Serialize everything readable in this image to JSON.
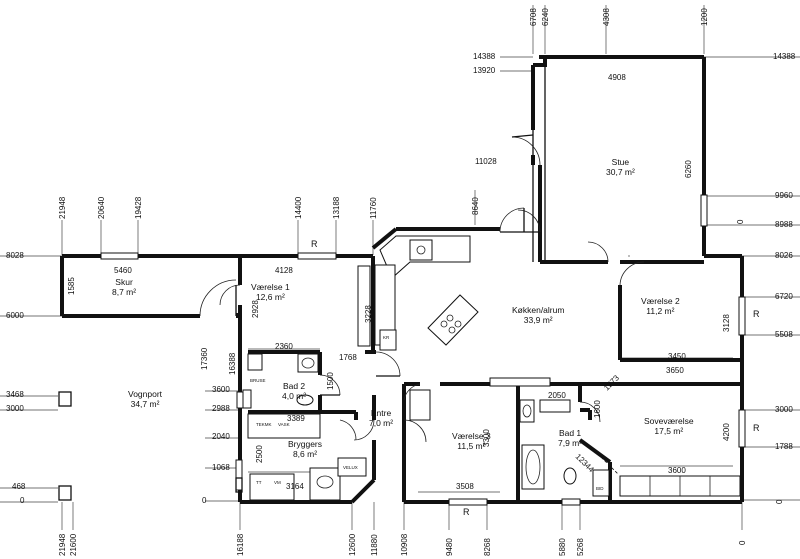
{
  "rooms": [
    {
      "id": "skur",
      "name": "Skur",
      "area": "8,7 m²"
    },
    {
      "id": "vaer1",
      "name": "Værelse 1",
      "area": "12,6 m²"
    },
    {
      "id": "kokken",
      "name": "Køkken/alrum",
      "area": "33,9 m²"
    },
    {
      "id": "stue",
      "name": "Stue",
      "area": "30,7 m²"
    },
    {
      "id": "vaer2",
      "name": "Værelse 2",
      "area": "11,2 m²"
    },
    {
      "id": "vognport",
      "name": "Vognport",
      "area": "34,7 m²"
    },
    {
      "id": "bad2",
      "name": "Bad 2",
      "area": "4,0 m²"
    },
    {
      "id": "entre",
      "name": "Entre",
      "area": "7,0 m²"
    },
    {
      "id": "bryggers",
      "name": "Bryggers",
      "area": "8,6 m²"
    },
    {
      "id": "vaer3",
      "name": "Værelse 3",
      "area": "11,5 m²"
    },
    {
      "id": "bad1",
      "name": "Bad 1",
      "area": "7,9 m²"
    },
    {
      "id": "sove",
      "name": "Soveværelse",
      "area": "17,5 m²"
    }
  ],
  "dims": {
    "top": [
      "6708",
      "6240",
      "4308",
      "1200"
    ],
    "d14388": "14388",
    "d13920": "13920",
    "d4908": "4908",
    "d11028": "11028",
    "d6260": "6260",
    "mid_top": [
      "21948",
      "20640",
      "19428",
      "14400",
      "13188",
      "11760"
    ],
    "d8640": "8640",
    "left": [
      "8028",
      "6000",
      "3468",
      "3000",
      "468",
      "0"
    ],
    "d3600": "3600",
    "d2988": "2988",
    "d2040": "2040",
    "d1068": "1068",
    "d0": "0",
    "right": [
      "14388",
      "9960",
      "0",
      "8988",
      "8026",
      "6720",
      "5508",
      "3000",
      "1788",
      "0"
    ],
    "bottom": [
      "21948",
      "21600",
      "16188",
      "12600",
      "11880",
      "10908",
      "9480",
      "8268",
      "5880",
      "5268",
      "0"
    ],
    "d5460": "5460",
    "d1585": "1585",
    "d4128": "4128",
    "d2928": "2928",
    "d3228": "3228",
    "d2360": "2360",
    "d1768": "1768",
    "d17360": "17360",
    "d16388": "16388",
    "d1500": "1500",
    "d3389": "3389",
    "d2500": "2500",
    "d3164": "3164",
    "d2050": "2050",
    "d1600": "1600",
    "d3300": "3300",
    "d3508": "3508",
    "d12344": "12344",
    "d3600b": "3600",
    "d3650": "3650",
    "d1273": "1273",
    "d3450": "3450",
    "d3128": "3128",
    "d4200": "4200"
  },
  "marks": {
    "r": "R"
  },
  "fixtures": {
    "tekmk": "TEKMK",
    "vask": "VASK",
    "tt": "TT",
    "vm": "VM",
    "velux": "VELUX",
    "kr": "KR",
    "dusk": "BRUSE",
    "bid": "BID"
  }
}
